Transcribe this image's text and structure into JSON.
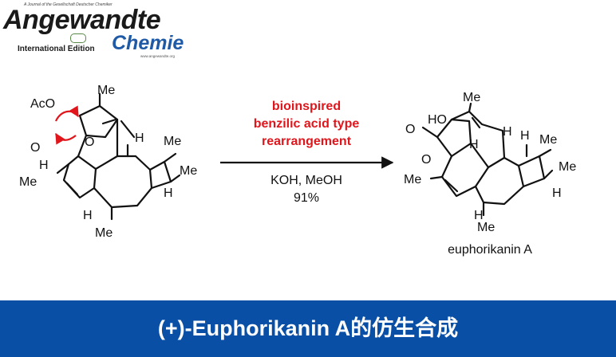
{
  "logo": {
    "tagline": "A Journal of the Gesellschaft Deutscher Chemiker",
    "wordmark": "Angewandte",
    "edition": "International Edition",
    "chemie": "Chemie",
    "url": "www.angewandte.org"
  },
  "scheme": {
    "conditions_red": [
      "bioinspired",
      "benzilic acid type",
      "rearrangement"
    ],
    "reagents": "KOH, MeOH",
    "yield": "91%",
    "product_name": "euphorikanin A",
    "sm_labels": {
      "aco": "AcO",
      "o1": "O",
      "o2": "O",
      "me_top": "Me",
      "me_left": "Me",
      "me_bottom": "Me",
      "me_right_up": "Me",
      "me_right_down": "Me",
      "h1": "H",
      "h2": "H",
      "h3": "H",
      "h4": "H"
    },
    "p_labels": {
      "ho": "HO",
      "o1": "O",
      "o2": "O",
      "me_top": "Me",
      "me_left": "Me",
      "me_bottom": "Me",
      "me_right_up": "Me",
      "me_right_down": "Me",
      "h1": "H",
      "h2": "H",
      "h3": "H",
      "h4": "H",
      "h5": "H"
    }
  },
  "footer": {
    "caption": "(+)-Euphorikanin A的仿生合成"
  },
  "colors": {
    "banner": "#0a4fa6",
    "red": "#e0161c",
    "chemie_blue": "#1f5aa6"
  }
}
